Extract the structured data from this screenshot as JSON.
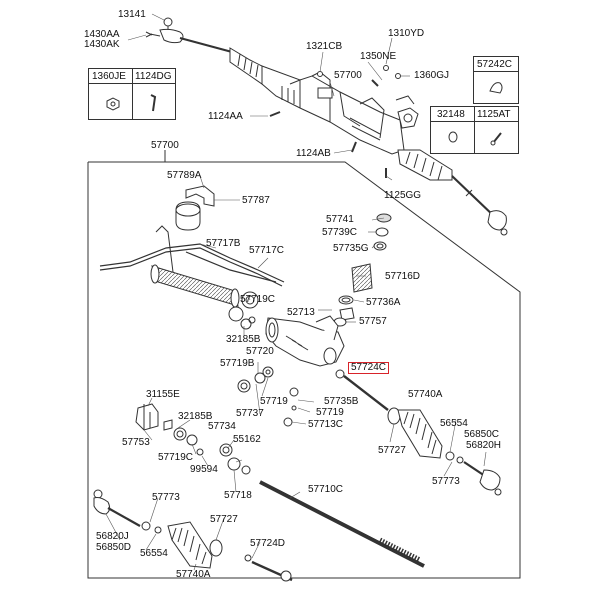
{
  "labels": {
    "p13141": "13141",
    "p1430aa": "1430AA",
    "p1430ak": "1430AK",
    "p1321cb": "1321CB",
    "p1310yd": "1310YD",
    "p1350ne": "1350NE",
    "p57700_top": "57700",
    "p1360gj": "1360GJ",
    "p1124aa": "1124AA",
    "p1124ab": "1124AB",
    "p1125gg": "1125GG",
    "p57700": "57700",
    "p57789a": "57789A",
    "p57787": "57787",
    "p57741": "57741",
    "p57739c": "57739C",
    "p57735g": "57735G",
    "p57716d": "57716D",
    "p57717b": "57717B",
    "p57717c": "57717C",
    "p57736a": "57736A",
    "p57719c_a": "57719C",
    "p52713": "52713",
    "p57757": "57757",
    "p32185b_a": "32185B",
    "p57720": "57720",
    "p57724c": "57724C",
    "p57719b": "57719B",
    "p57735b": "57735B",
    "p57719_a": "57719",
    "p57719_b": "57719",
    "p57713c": "57713C",
    "p57737": "57737",
    "p57740a_r": "57740A",
    "p31155e": "31155E",
    "p32185b_b": "32185B",
    "p57734": "57734",
    "p56554_r": "56554",
    "p56850c": "56850C",
    "p56820h": "56820H",
    "p57753": "57753",
    "p57719c_b": "57719C",
    "p55162": "55162",
    "p99594": "99594",
    "p57727_r": "57727",
    "p57773_r": "57773",
    "p57718": "57718",
    "p57710c": "57710C",
    "p57773_l": "57773",
    "p56820j": "56820J",
    "p56850d": "56850D",
    "p56554_l": "56554",
    "p57727_l": "57727",
    "p57724d": "57724D",
    "p57740a_l": "57740A"
  },
  "boxes": {
    "left": {
      "c1": "1360JE",
      "c2": "1124DG"
    },
    "right_top": {
      "c1": "57242C"
    },
    "right_bottom": {
      "c1": "32148",
      "c2": "1125AT"
    }
  },
  "colors": {
    "line": "#333333",
    "highlight": "#d8232a",
    "part_fill": "#ffffff",
    "part_shade": "#d9d9d9"
  }
}
